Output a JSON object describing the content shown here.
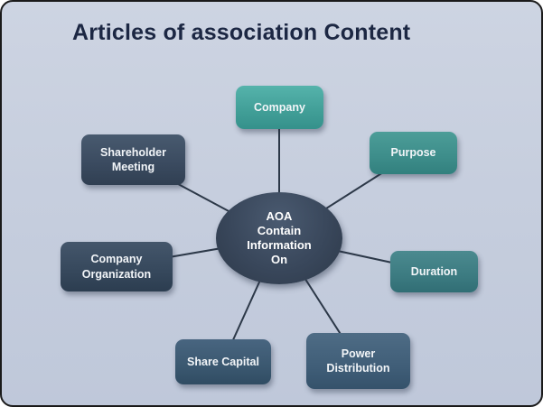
{
  "title": "Articles of association Content",
  "diagram": {
    "background_color": "#c7cfdd",
    "connector_color": "#2c3848",
    "center": {
      "label": "AOA\nContain\nInformation\nOn",
      "color": "#39475b",
      "text_color": "#ffffff"
    },
    "nodes": [
      {
        "label": "Company",
        "color": "#419e97"
      },
      {
        "label": "Purpose",
        "color": "#3d8d8a"
      },
      {
        "label": "Duration",
        "color": "#3c7b81"
      },
      {
        "label": "Power\nDistribution",
        "color": "#405e78"
      },
      {
        "label": "Share Capital",
        "color": "#3b5870"
      },
      {
        "label": "Company\nOrganization",
        "color": "#36485c"
      },
      {
        "label": "Shareholder\nMeeting",
        "color": "#3a4a5f"
      }
    ]
  }
}
